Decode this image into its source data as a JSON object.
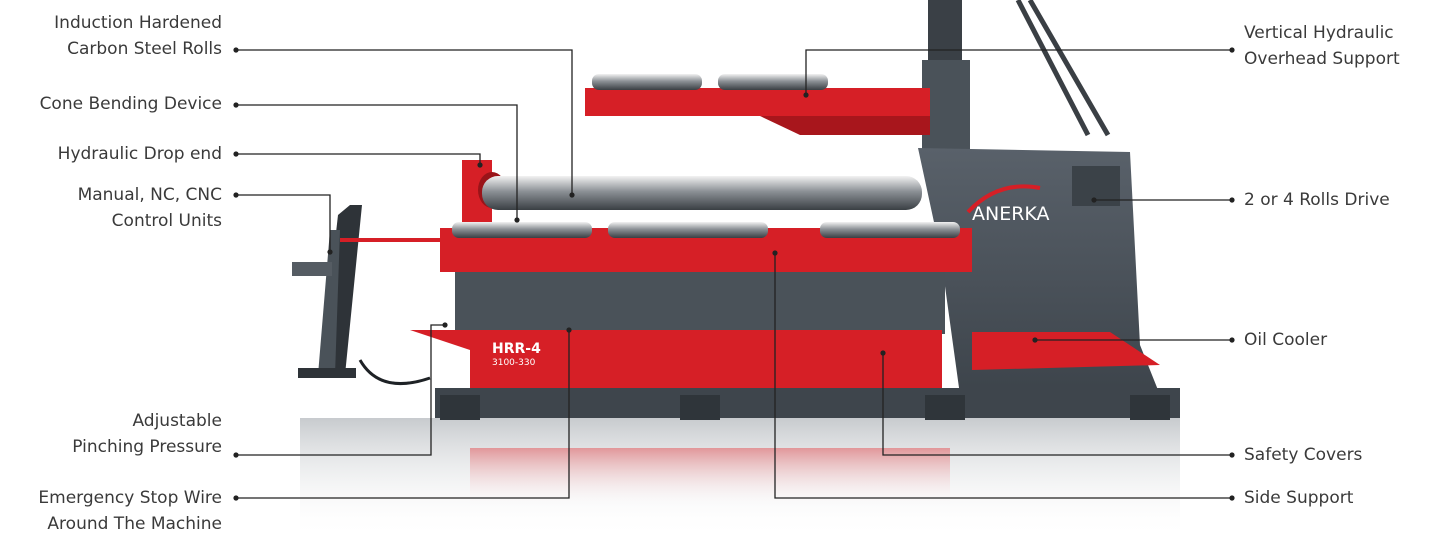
{
  "machine": {
    "brand": "ANERKA",
    "model": "HRR-4",
    "model_sub": "3100-330"
  },
  "callouts": {
    "rolls": [
      "Induction Hardened",
      "Carbon Steel Rolls"
    ],
    "cone": "Cone Bending Device",
    "drop_end": "Hydraulic Drop end",
    "control": [
      "Manual, NC, CNC",
      "Control Units"
    ],
    "pinching": [
      "Adjustable",
      "Pinching Pressure"
    ],
    "estop": [
      "Emergency Stop Wire",
      "Around The Machine"
    ],
    "overhead": [
      "Vertical Hydraulic",
      "Overhead Support"
    ],
    "drive": "2 or 4 Rolls Drive",
    "oil": "Oil Cooler",
    "safety": "Safety Covers",
    "side": "Side Support"
  },
  "colors": {
    "machine_red": "#d61f26",
    "machine_grey": "#4a5259",
    "leader_line": "#222222",
    "label_text": "#3a3a3a"
  }
}
